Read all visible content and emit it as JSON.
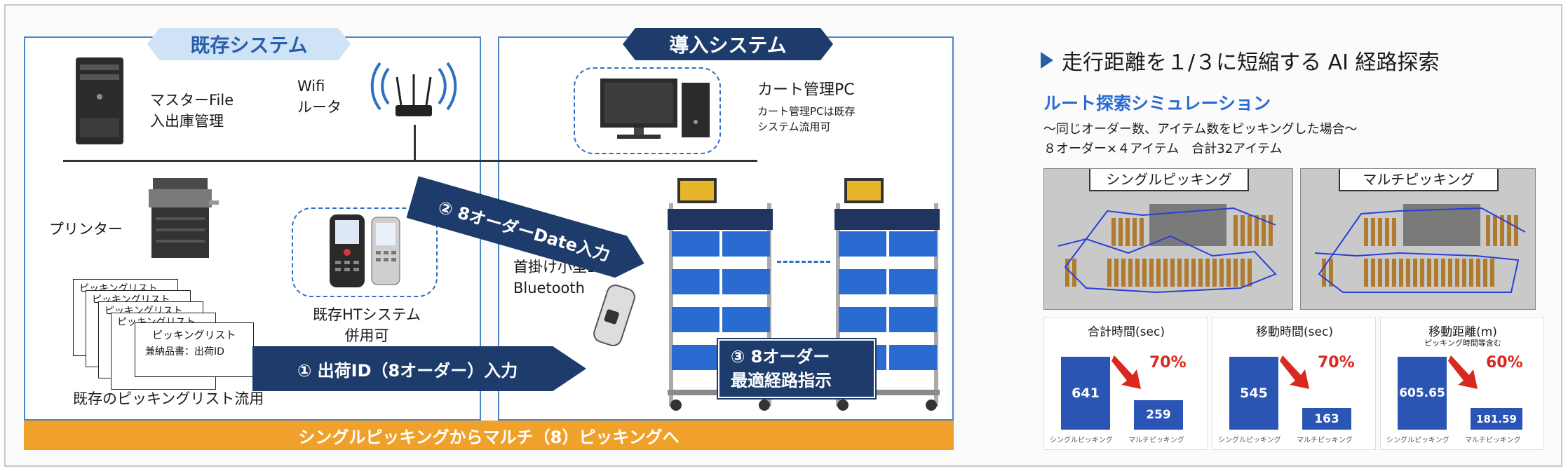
{
  "left": {
    "existing_tag": "既存システム",
    "new_tag": "導入システム",
    "master_label": "マスターFile\n入出庫管理",
    "wifi_label": "Wifi\nルータ",
    "printer_label": "プリンター",
    "ht_label": "既存HTシステム\n併用可",
    "list_stack_label": "ピッキングリスト",
    "list_front_title": "ピッキングリスト",
    "list_front_sub": "兼納品書：出荷ID",
    "list_caption": "既存のピッキングリスト流用",
    "cart_pc_label": "カート管理PC",
    "cart_pc_note": "カート管理PCは既存\nシステム流用可",
    "bcr_label": "首掛け小型BCR\nBluetooth",
    "arrow2": "② 8オーダーDate入力",
    "arrow1": "① 出荷ID（8オーダー）入力",
    "step3": "③ 8オーダー\n最適経路指示",
    "banner": "シングルピッキングからマルチ（8）ピッキングへ"
  },
  "right": {
    "title": "走行距離を１/３に短縮する AI 経路探索",
    "subtitle": "ルート探索シミュレーション",
    "line1": "～同じオーダー数、アイテム数をピッキングした場合～",
    "line2": "８オーダー×４アイテム　合計32アイテム",
    "map_single": "シングルピッキング",
    "map_multi": "マルチピッキング"
  },
  "chart_data": [
    {
      "type": "bar",
      "title": "合計時間(sec)",
      "subtitle": "",
      "categories": [
        "シングルピッキング",
        "マルチピッキング"
      ],
      "values": [
        641,
        259
      ],
      "labels": [
        "641",
        "259"
      ],
      "reduction": "70%"
    },
    {
      "type": "bar",
      "title": "移動時間(sec)",
      "subtitle": "",
      "categories": [
        "シングルピッキング",
        "マルチピッキング"
      ],
      "values": [
        545,
        163
      ],
      "labels": [
        "545",
        "163"
      ],
      "reduction": "70%"
    },
    {
      "type": "bar",
      "title": "移動距離(m)",
      "subtitle": "ピッキング時間等含む",
      "categories": [
        "シングルピッキング",
        "マルチピッキング"
      ],
      "values": [
        605.65,
        181.59
      ],
      "labels": [
        "605.65",
        "181.59"
      ],
      "reduction": "60%"
    }
  ],
  "colors": {
    "panel_border": "#4a86c8",
    "navy": "#1d3c6b",
    "bar_blue": "#2a55b4",
    "orange": "#f0a12b",
    "red": "#d9281f",
    "tag_light": "#cfe3f6"
  }
}
